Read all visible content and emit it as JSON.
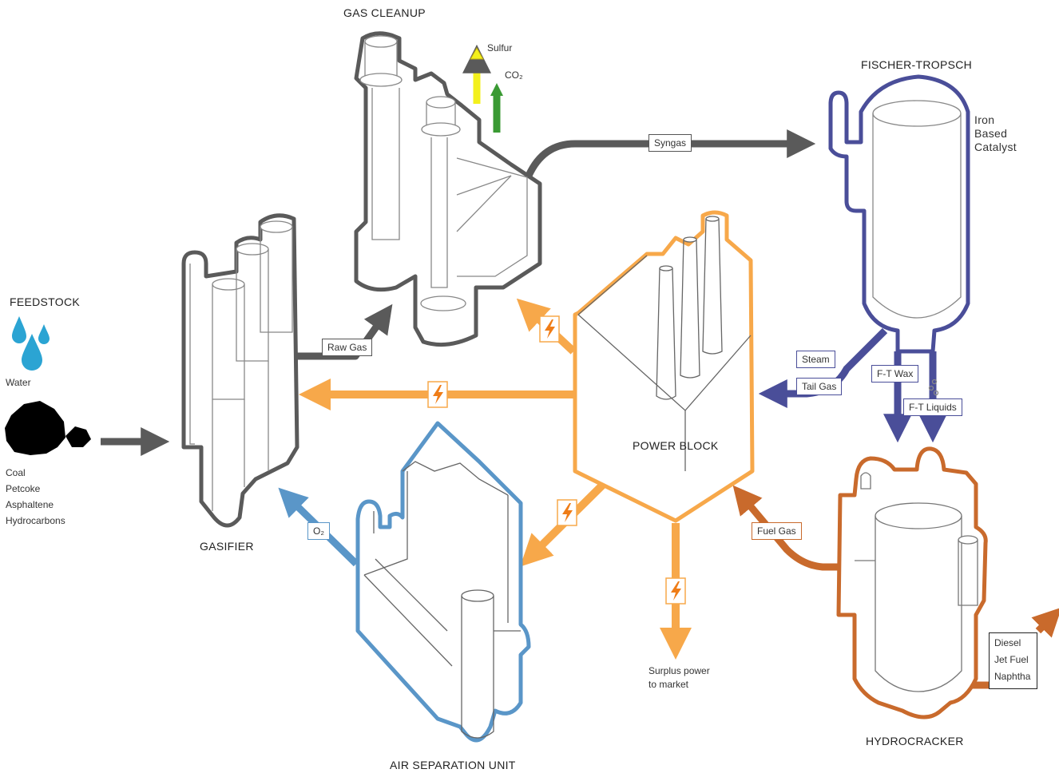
{
  "titles": {
    "gas_cleanup": "GAS CLEANUP",
    "fischer_tropsch": "FISCHER-TROPSCH",
    "feedstock": "FEEDSTOCK",
    "gasifier": "GASIFIER",
    "power_block": "POWER BLOCK",
    "air_separation": "AIR SEPARATION UNIT",
    "hydrocracker": "HYDROCRACKER"
  },
  "feedstock": {
    "water": "Water",
    "solids": [
      "Coal",
      "Petcoke",
      "Asphaltene",
      "Hydrocarbons"
    ]
  },
  "gas_cleanup": {
    "sulfur": "Sulfur",
    "co2": "CO₂"
  },
  "fischer_tropsch": {
    "catalyst": [
      "Iron",
      "Based",
      "Catalyst"
    ]
  },
  "flows": {
    "syngas": "Syngas",
    "raw_gas": "Raw Gas",
    "steam": "Steam",
    "tail_gas": "Tail Gas",
    "ft_wax": "F-T Wax",
    "ft_liquids": "F-T Liquids",
    "o2": "O₂",
    "fuel_gas": "Fuel Gas",
    "surplus_power": [
      "Surplus power",
      "to market"
    ]
  },
  "products": [
    "Diesel",
    "Jet Fuel",
    "Naphtha"
  ],
  "colors": {
    "gray": "#5a5a5a",
    "orange_power": "#f7a84a",
    "blue_ft": "#4a4e99",
    "blue_air": "#5a96c8",
    "orange_hydro": "#c96a2c",
    "water": "#2ba4d3",
    "sulfur": "#f3f01c",
    "co2": "#3a9a33"
  }
}
